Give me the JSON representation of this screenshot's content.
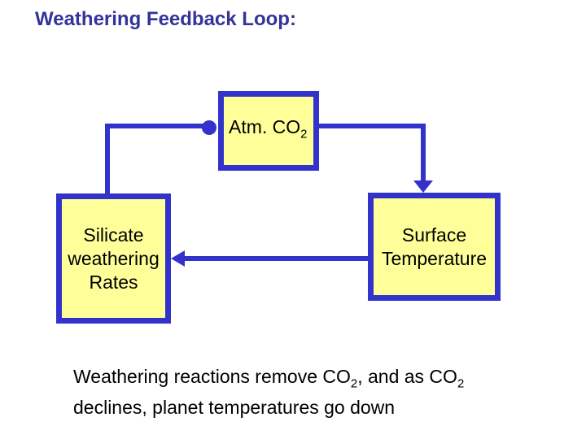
{
  "title": "Weathering Feedback Loop:",
  "boxes": {
    "atm_co2": {
      "text": "Atm. CO",
      "sub": "2"
    },
    "silicate": {
      "label": "Silicate weathering Rates"
    },
    "surface": {
      "label": "Surface Temperature"
    }
  },
  "caption": {
    "l1a": "Weathering reactions remove CO",
    "l1sub1": "2",
    "l1b": ", and as CO",
    "l1sub2": "2",
    "line2": "declines, planet temperatures go down"
  },
  "diagram": {
    "nodes": [
      "Atm. CO2",
      "Silicate weathering Rates",
      "Surface Temperature"
    ],
    "edges": [
      {
        "from": "Silicate weathering Rates",
        "to": "Atm. CO2",
        "terminator": "circle"
      },
      {
        "from": "Atm. CO2",
        "to": "Surface Temperature",
        "terminator": "arrow"
      },
      {
        "from": "Surface Temperature",
        "to": "Silicate weathering Rates",
        "terminator": "arrow"
      }
    ]
  },
  "colors": {
    "accent_blue": "#3333CC",
    "title_blue": "#333399",
    "box_fill_yellow": "#FFFF99",
    "text_black": "#000000",
    "background": "#FFFFFF"
  }
}
